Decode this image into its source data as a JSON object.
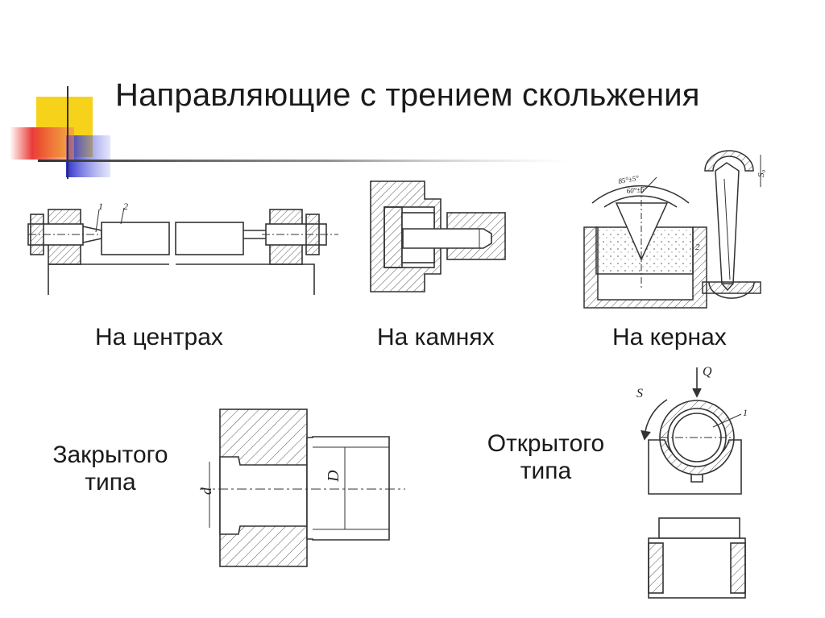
{
  "slide": {
    "title": "Направляющие с трением скольжения",
    "colors": {
      "yellow": "#f7d21b",
      "red": "#e8312e",
      "blue": "#3b3fd3",
      "rule": "#444444"
    }
  },
  "sections": {
    "centers": {
      "label": "На центрах",
      "callouts": [
        "1",
        "2"
      ]
    },
    "stones": {
      "label": "На камнях"
    },
    "cores": {
      "label": "На кернах",
      "callouts": [
        "85°±5°",
        "60°±5°",
        "2",
        "S₀"
      ]
    },
    "closed": {
      "label_line1": "Закрытого",
      "label_line2": "типа",
      "dims": [
        "d",
        "D"
      ]
    },
    "open": {
      "label_line1": "Открытого",
      "label_line2": "типа",
      "callouts": [
        "Q",
        "S",
        "1"
      ]
    }
  }
}
